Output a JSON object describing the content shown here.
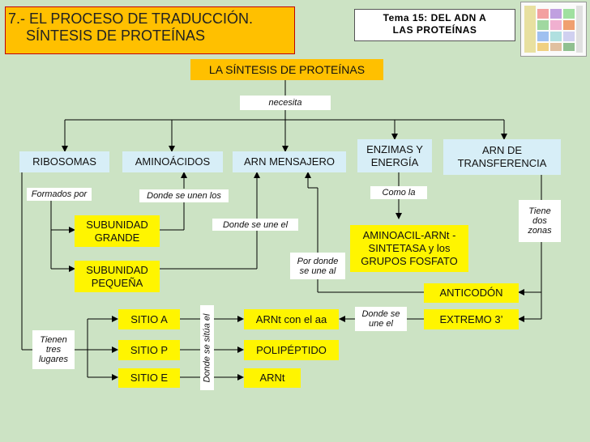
{
  "header": {
    "title_line1": "7.- EL PROCESO DE TRADUCCIÓN.",
    "title_line2": "SÍNTESIS DE PROTEÍNAS",
    "tema_line1": "Tema 15: DEL ADN A",
    "tema_line2": "LAS PROTEÍNAS"
  },
  "nodes": {
    "root": "LA SÍNTESIS DE PROTEÍNAS",
    "ribosomas": "RIBOSOMAS",
    "aminoacidos": "AMINOÁCIDOS",
    "arn_mensajero": "ARN MENSAJERO",
    "enzimas": "ENZIMAS Y ENERGÍA",
    "arn_transferencia": "ARN DE TRANSFERENCIA",
    "subunidad_grande": "SUBUNIDAD GRANDE",
    "subunidad_pequena": "SUBUNIDAD PEQUEÑA",
    "aminoacil": "AMINOACIL-ARNt -SINTETASA y los GRUPOS FOSFATO",
    "anticodon": "ANTICODÓN",
    "extremo": "EXTREMO 3’",
    "sitio_a": "SITIO A",
    "sitio_p": "SITIO P",
    "sitio_e": "SITIO E",
    "arnt_aa": "ARNt con el aa",
    "polipeptido": "POLIPÉPTIDO",
    "arnt": "ARNt"
  },
  "labels": {
    "necesita": "necesita",
    "formados_por": "Formados por",
    "donde_se_unen_los": "Donde se unen los",
    "donde_se_une_el": "Donde se une el",
    "como_la": "Como la",
    "tiene_dos_zonas": "Tiene dos zonas",
    "por_donde_se_une_al": "Por donde se une al",
    "donde_se_une_el_2": "Donde se une el",
    "donde_se_situa_el": "Donde se sitúa el",
    "tienen_tres_lugares": "Tienen tres lugares"
  }
}
